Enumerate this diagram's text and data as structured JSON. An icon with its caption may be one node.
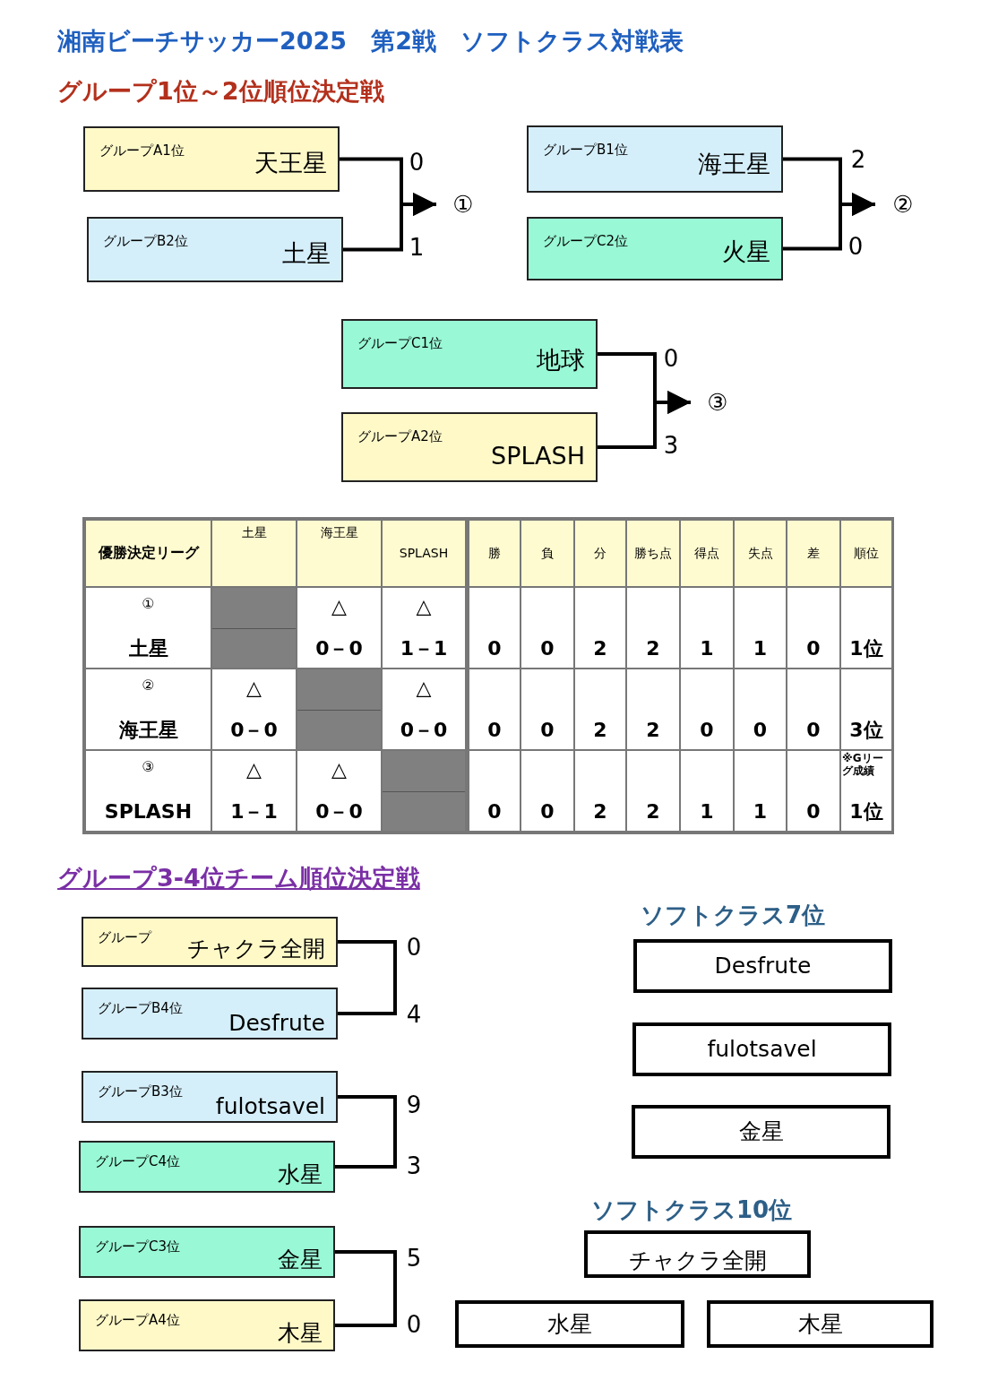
{
  "diagram": {
    "title": "湘南ビーチサッカー2025　第2戦　ソフトクラス対戦表",
    "nodes": [
      {
        "text": [
          "グループA1位",
          "天王星"
        ]
      },
      {
        "text": [
          "グループB2位",
          "土星"
        ]
      },
      {
        "text": [
          "①"
        ]
      },
      {
        "text": [
          "グループB1位",
          "海王星"
        ]
      },
      {
        "text": [
          "グループC2位",
          "火星"
        ]
      },
      {
        "text": [
          "②"
        ]
      },
      {
        "text": [
          "グループC1位",
          "地球"
        ]
      },
      {
        "text": [
          "グループA2位",
          "SPLASH"
        ]
      },
      {
        "text": [
          "③"
        ]
      },
      {
        "text": [
          "グループ",
          "チャクラ全開"
        ]
      },
      {
        "text": [
          "グループB4位",
          "Desfrute"
        ]
      },
      {
        "text": [
          "グループB3位",
          "fulotsavel"
        ]
      },
      {
        "text": [
          "グループC4位",
          "水星"
        ]
      },
      {
        "text": [
          "グループC3位",
          "金星"
        ]
      },
      {
        "text": [
          "グループA4位",
          "木星"
        ]
      },
      {
        "text": [
          "Desfrute"
        ]
      },
      {
        "text": [
          "fulotsavel"
        ]
      },
      {
        "text": [
          "金星"
        ]
      },
      {
        "text": [
          "チャクラ全開"
        ]
      },
      {
        "text": [
          "水星"
        ]
      },
      {
        "text": [
          "木星"
        ]
      }
    ],
    "edges": [
      {
        "from": 0,
        "to": 2,
        "arrow": "to",
        "label": "0"
      },
      {
        "from": 1,
        "to": 2,
        "arrow": "to",
        "label": "1"
      },
      {
        "from": 3,
        "to": 5,
        "arrow": "to",
        "label": "2"
      },
      {
        "from": 4,
        "to": 5,
        "arrow": "to",
        "label": "0"
      },
      {
        "from": 6,
        "to": 8,
        "arrow": "to",
        "label": "0"
      },
      {
        "from": 7,
        "to": 8,
        "arrow": "to",
        "label": "3"
      },
      {
        "from": 9,
        "to": 10,
        "arrow": "none"
      },
      {
        "from": 11,
        "to": 12,
        "arrow": "none"
      },
      {
        "from": 13,
        "to": 14,
        "arrow": "none"
      }
    ],
    "labels": [
      "グループ1位～2位順位決定戦",
      "優勝決定リーグ",
      "土星",
      "海王星",
      "SPLASH",
      "勝",
      "負",
      "分",
      "勝ち点",
      "得点",
      "失点",
      "差",
      "順位",
      "①",
      "土星",
      "△",
      "0－0",
      "△",
      "1－1",
      "0",
      "0",
      "2",
      "2",
      "1",
      "1",
      "0",
      "1位",
      "②",
      "海王星",
      "△",
      "0－0",
      "△",
      "0－0",
      "0",
      "0",
      "2",
      "2",
      "0",
      "0",
      "0",
      "3位",
      "③",
      "SPLASH",
      "△",
      "1－1",
      "△",
      "0－0",
      "0",
      "0",
      "2",
      "2",
      "1",
      "1",
      "0",
      "※Gリーグ成績",
      "1位",
      "グループ3-4位チーム順位決定戦",
      "0",
      "4",
      "9",
      "3",
      "5",
      "0",
      "ソフトクラス7位",
      "ソフトクラス10位"
    ]
  }
}
